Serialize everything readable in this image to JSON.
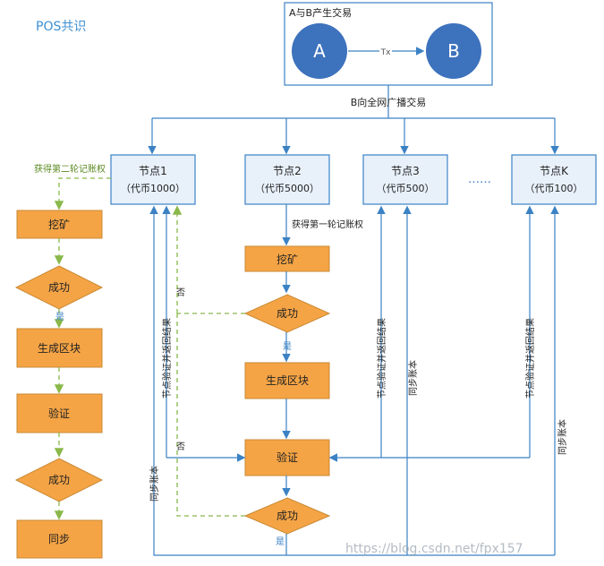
{
  "title": "POS共识",
  "top_box": {
    "label": "A与B产生交易",
    "node_a": "A",
    "node_b": "B",
    "tx_label": "Tx"
  },
  "broadcast_label": "B向全网广播交易",
  "nodes": [
    {
      "name": "节点1",
      "coin": "（代币1000）"
    },
    {
      "name": "节点2",
      "coin": "（代币5000）"
    },
    {
      "name": "节点3",
      "coin": "（代币500）"
    },
    {
      "name": "节点K",
      "coin": "（代币100）"
    }
  ],
  "ellipsis": "……",
  "left_flow": {
    "right_label": "获得第二轮记账权",
    "steps": [
      "挖矿",
      "成功",
      "生成区块",
      "验证",
      "成功",
      "同步"
    ],
    "yes_label": "是"
  },
  "middle_flow": {
    "right_label": "获得第一轮记账权",
    "steps": [
      "挖矿",
      "成功",
      "生成区块",
      "验证",
      "成功"
    ],
    "yes_label": "是",
    "yes_label2": "是",
    "no_label": "否",
    "no_label2": "否"
  },
  "side_labels": {
    "verify_return": "节点验证并返回结果",
    "sync_ledger": "同步账本"
  },
  "watermark": "https://blog.csdn.net/fpx157",
  "colors": {
    "blue_line": "#3b82c4",
    "box_fill": "#e8f0fa",
    "node_fill": "#3d72bd",
    "orange": "#f5a445",
    "green_dash": "#8ab84a",
    "title": "#3d8fd1"
  }
}
